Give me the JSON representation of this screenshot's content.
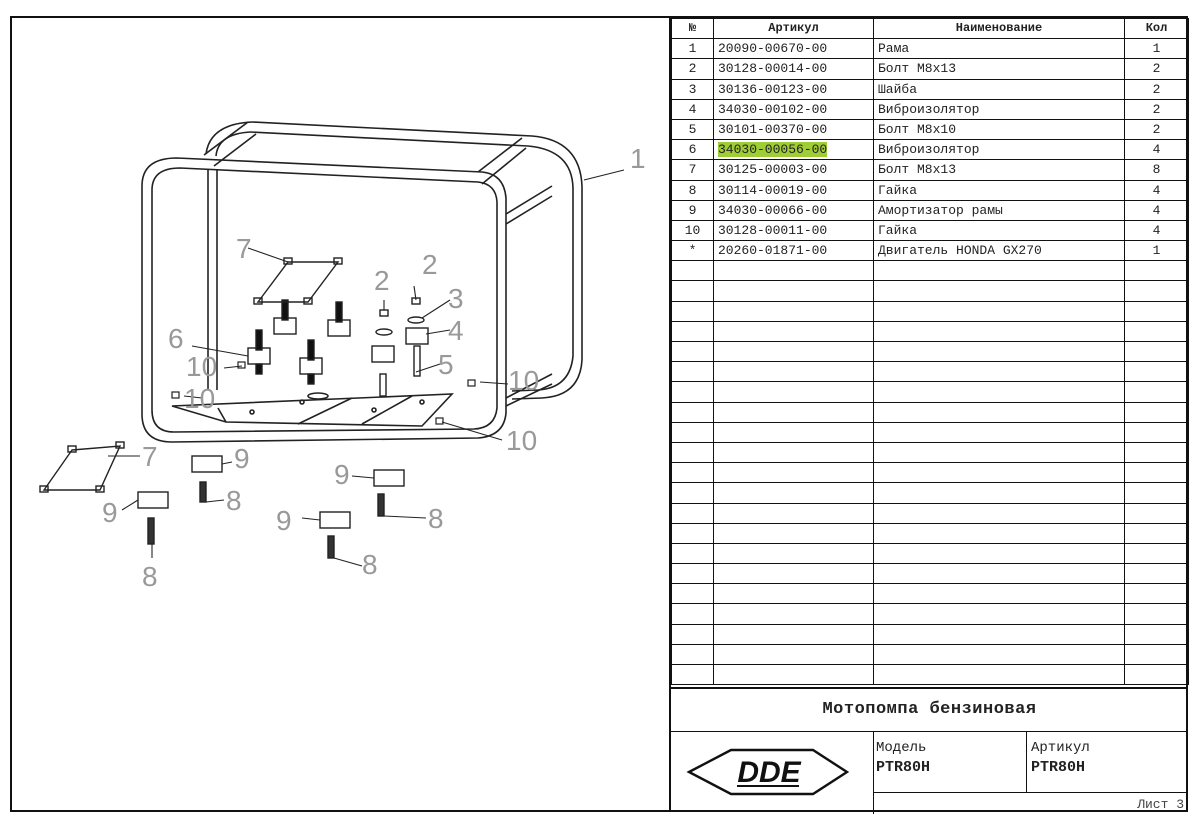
{
  "table": {
    "headers": [
      "№",
      "Артикул",
      "Наименование",
      "Кол"
    ],
    "rows": [
      [
        "1",
        "20090-00670-00",
        "Рама",
        "1"
      ],
      [
        "2",
        "30128-00014-00",
        "Болт M8x13",
        "2"
      ],
      [
        "3",
        "30136-00123-00",
        "Шайба",
        "2"
      ],
      [
        "4",
        "34030-00102-00",
        "Виброизолятор",
        "2"
      ],
      [
        "5",
        "30101-00370-00",
        "Болт M8x10",
        "2"
      ],
      [
        "6",
        "34030-00056-00",
        "Виброизолятор",
        "4"
      ],
      [
        "7",
        "30125-00003-00",
        "Болт M8x13",
        "8"
      ],
      [
        "8",
        "30114-00019-00",
        "Гайка",
        "4"
      ],
      [
        "9",
        "34030-00066-00",
        "Амортизатор рамы",
        "4"
      ],
      [
        "10",
        "30128-00011-00",
        "Гайка",
        "4"
      ],
      [
        "*",
        "20260-01871-00",
        "Двигатель HONDA GX270",
        "1"
      ]
    ],
    "empty_rows": 21,
    "highlighted_row": 5,
    "highlight_color": "#9fcd36"
  },
  "title_block": {
    "title": "Мотопомпа бензиновая",
    "logo_text": "DDE",
    "model_label": "Модель",
    "model_value": "PTR80H",
    "article_label": "Артикул",
    "article_value": "PTR80H",
    "sheet": "Лист 3"
  },
  "drawing": {
    "callouts": [
      "1",
      "2",
      "2",
      "3",
      "4",
      "5",
      "6",
      "7",
      "7",
      "8",
      "8",
      "8",
      "8",
      "9",
      "9",
      "9",
      "9",
      "10",
      "10",
      "10",
      "10"
    ]
  }
}
